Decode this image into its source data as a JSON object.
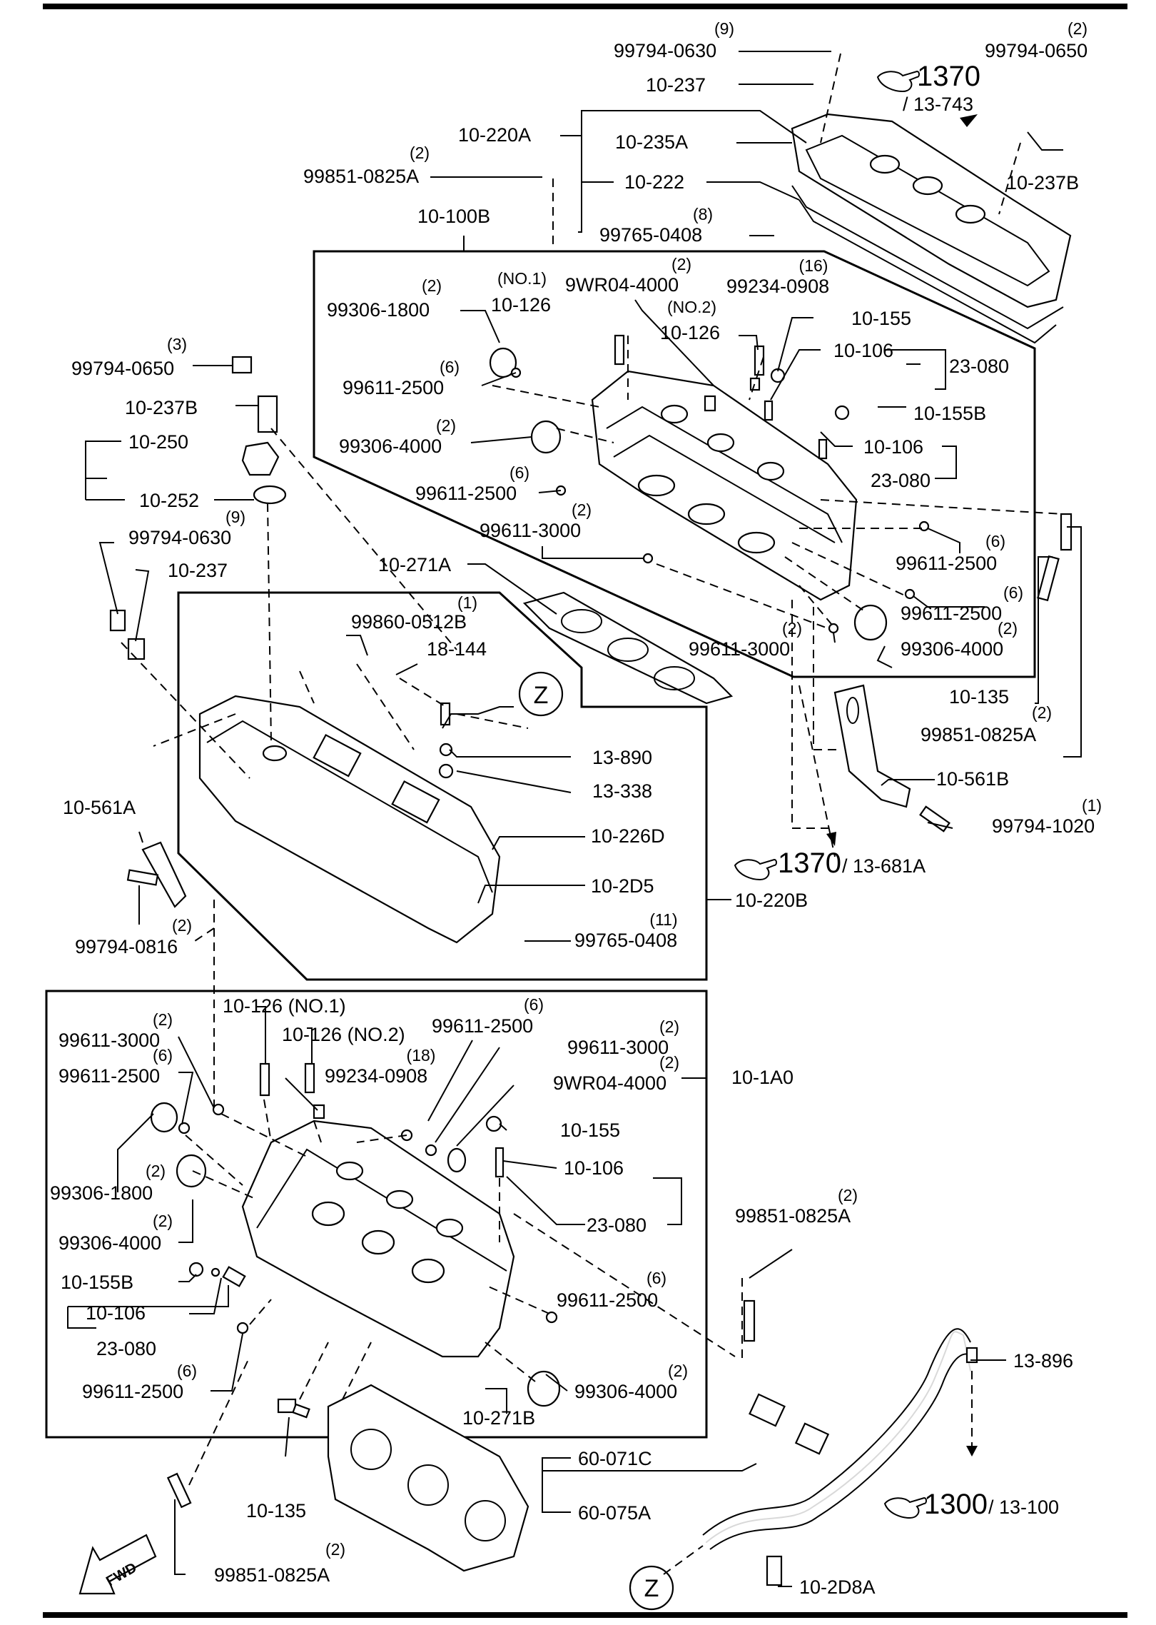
{
  "labels": {
    "l_99794_0630_top": "99794-0630",
    "q_99794_0630_top": "(9)",
    "l_10_237_top": "10-237",
    "l_99794_0650_top": "99794-0650",
    "q_99794_0650_top": "(2)",
    "r_1370_top": "1370",
    "r_13_743": "/ 13-743",
    "l_10_220A": "10-220A",
    "l_10_235A": "10-235A",
    "l_99851_0825A_top": "99851-0825A",
    "q_99851_0825A_top": "(2)",
    "l_10_222": "10-222",
    "l_10_237B_top": "10-237B",
    "l_10_100B": "10-100B",
    "l_99765_0408_top": "99765-0408",
    "q_99765_0408_top": "(8)",
    "l_no1_top": "(NO.1)",
    "l_9WR04_top": "9WR04-4000",
    "q_9WR04_top": "(2)",
    "l_99234_top": "99234-0908",
    "q_99234_top": "(16)",
    "l_99306_1800_top": "99306-1800",
    "q_99306_1800_top": "(2)",
    "l_10_126_no1_top": "10-126",
    "l_no2_top": "(NO.2)",
    "l_10_126_no2_top": "10-126",
    "l_10_155_top": "10-155",
    "l_99794_0650_left": "99794-0650",
    "q_99794_0650_left": "(3)",
    "l_99611_2500_a": "99611-2500",
    "q_99611_2500_a": "(6)",
    "l_10_106_a": "10-106",
    "l_23_080_a": "23-080",
    "l_10_237B_left": "10-237B",
    "l_10_155B_top": "10-155B",
    "l_99306_4000_a": "99306-4000",
    "q_99306_4000_a": "(2)",
    "l_10_250": "10-250",
    "l_10_106_b": "10-106",
    "l_23_080_b": "23-080",
    "l_10_252": "10-252",
    "l_99611_2500_b": "99611-2500",
    "q_99611_2500_b": "(6)",
    "l_99794_0630_left": "99794-0630",
    "q_99794_0630_left": "(9)",
    "l_99611_3000_a": "99611-3000",
    "q_99611_3000_a": "(2)",
    "l_10_237_left": "10-237",
    "l_99611_2500_c": "99611-2500",
    "q_99611_2500_c": "(6)",
    "l_10_271A": "10-271A",
    "l_99611_2500_d": "99611-2500",
    "q_99611_2500_d": "(6)",
    "l_99860_0512B": "99860-0512B",
    "q_99860_0512B": "(1)",
    "l_18_144": "18-144",
    "l_99611_3000_b": "99611-3000",
    "q_99611_3000_b": "(2)",
    "l_99306_4000_b": "99306-4000",
    "q_99306_4000_b": "(2)",
    "z_top": "Z",
    "l_10_135_top": "10-135",
    "l_99851_0825A_right": "99851-0825A",
    "q_99851_0825A_right": "(2)",
    "l_13_890": "13-890",
    "l_10_561B": "10-561B",
    "l_13_338": "13-338",
    "l_99794_1020": "99794-1020",
    "q_99794_1020": "(1)",
    "l_10_561A": "10-561A",
    "l_10_226D": "10-226D",
    "r_1370_mid": "1370",
    "r_13_681A": "/ 13-681A",
    "l_10_2D5": "10-2D5",
    "l_10_220B": "10-220B",
    "l_99794_0816": "99794-0816",
    "q_99794_0816": "(2)",
    "l_99765_0408_mid": "99765-0408",
    "q_99765_0408_mid": "(11)",
    "l_10_126_no1_bot": "10-126 (NO.1)",
    "l_99611_2500_e": "99611-2500",
    "q_99611_2500_e": "(6)",
    "l_99611_3000_c": "99611-3000",
    "q_99611_3000_c": "(2)",
    "l_10_126_no2_bot": "10-126 (NO.2)",
    "l_99611_3000_d": "99611-3000",
    "q_99611_3000_d": "(2)",
    "l_99611_2500_f": "99611-2500",
    "q_99611_2500_f": "(6)",
    "l_99234_bot": "99234-0908",
    "q_99234_bot": "(18)",
    "l_10_1A0": "10-1A0",
    "l_9WR04_bot": "9WR04-4000",
    "q_9WR04_bot": "(2)",
    "l_10_155_bot": "10-155",
    "l_10_106_c": "10-106",
    "l_99306_1800_bot": "99306-1800",
    "q_99306_1800_bot": "(2)",
    "l_23_080_c": "23-080",
    "l_99851_0825A_mid": "99851-0825A",
    "q_99851_0825A_mid": "(2)",
    "l_99306_4000_c": "99306-4000",
    "q_99306_4000_c": "(2)",
    "l_10_155B_bot": "10-155B",
    "l_99611_2500_g": "99611-2500",
    "q_99611_2500_g": "(6)",
    "l_10_106_d": "10-106",
    "l_23_080_d": "23-080",
    "l_99611_2500_h": "99611-2500",
    "q_99611_2500_h": "(6)",
    "l_99306_4000_d": "99306-4000",
    "q_99306_4000_d": "(2)",
    "l_13_896": "13-896",
    "l_10_271B": "10-271B",
    "l_60_071C": "60-071C",
    "r_1300": "1300",
    "r_13_100": "/ 13-100",
    "l_10_135_bot": "10-135",
    "l_60_075A": "60-075A",
    "l_99851_0825A_bot": "99851-0825A",
    "q_99851_0825A_bot": "(2)",
    "fwd": "FWD",
    "z_bot": "Z",
    "l_10_2D8A": "10-2D8A"
  }
}
